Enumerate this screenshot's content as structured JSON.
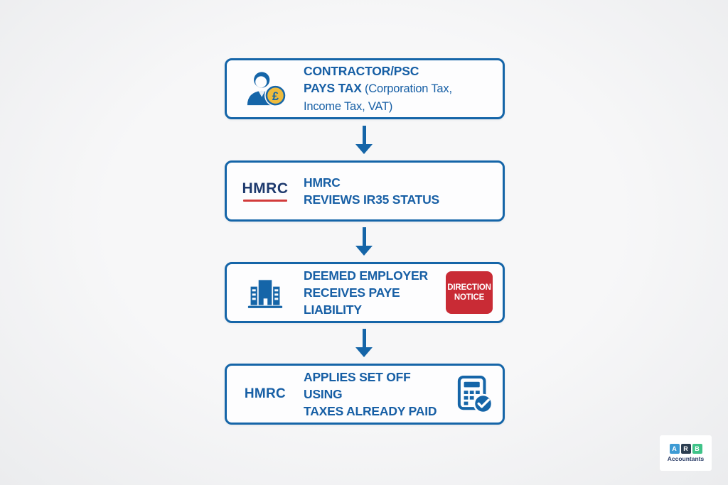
{
  "diagram_title": "IR35 PAYE set-off process flow",
  "colors": {
    "box_border": "#1565a8",
    "box_background": "#fdfdfe",
    "text_blue": "#175fa5",
    "hmrc_navy": "#1e3a6e",
    "hmrc_red_line": "#d23b3b",
    "badge_red": "#c92b35",
    "badge_text": "#ffffff",
    "coin_gold": "#eebb3d",
    "icon_blue": "#1565a8",
    "arrow_blue": "#1565a8",
    "logo_a_bg": "#3e9bd4",
    "logo_r_bg": "#2c3e50",
    "logo_b_bg": "#3fc388"
  },
  "steps": [
    {
      "icon": "contractor-pound-icon",
      "coin_symbol": "£",
      "title": "CONTRACTOR/PSC",
      "subtitle": "PAYS TAX",
      "detail": "(Corporation Tax, Income Tax, VAT)"
    },
    {
      "icon": "hmrc-logo",
      "icon_text": "HMRC",
      "title": "HMRC",
      "subtitle": "REVIEWS IR35 STATUS"
    },
    {
      "icon": "building-icon",
      "title": "DEEMED EMPLOYER",
      "subtitle": "RECEIVES PAYE LIABILITY",
      "badge": {
        "line1": "DIRECTION",
        "line2": "NOTICE"
      }
    },
    {
      "icon": "calculator-check-icon",
      "icon_text": "HMRC",
      "title": "APPLIES SET OFF USING",
      "subtitle": "TAXES ALREADY PAID"
    }
  ],
  "logo": {
    "letters": [
      "A",
      "R",
      "B"
    ],
    "label": "Accountants"
  }
}
